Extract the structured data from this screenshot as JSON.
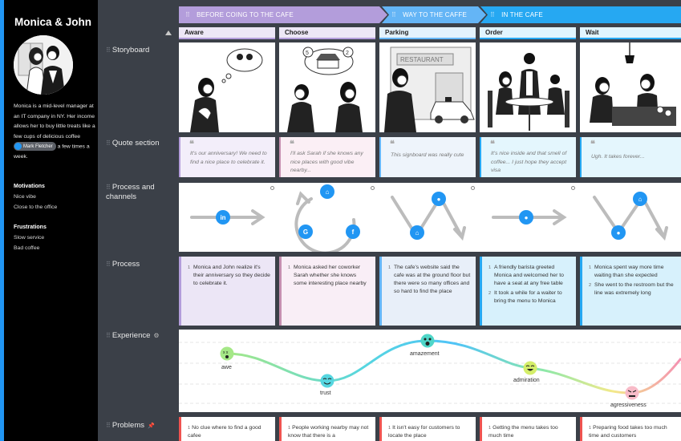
{
  "persona": {
    "name": "Monica & John",
    "bio_before": "Monica is a mid-level manager at an IT company in NY. Her income allows her to buy little treats like a few cups of delicious coffee",
    "tag": "Mark Fletcher",
    "bio_after": "a few times a week.",
    "motivations_title": "Motivations",
    "motivations": [
      "Nice vibe",
      "Close to the office"
    ],
    "frustrations_title": "Frustrations",
    "frustrations": [
      "Slow service",
      "Bad coffee"
    ]
  },
  "phases": [
    {
      "label": "BEFORE COING TO THE CAFE",
      "color": "#b39ddb"
    },
    {
      "label": "WAY TO THE CAFFE",
      "color": "#64b5f6"
    },
    {
      "label": "IN THE CAFE",
      "color": "#26a8f2"
    }
  ],
  "steps": [
    "Aware",
    "Choose",
    "Parking",
    "Order",
    "Wait"
  ],
  "row_labels": {
    "storyboard": "Storyboard",
    "quote": "Quote section",
    "channels": "Process and channels",
    "process": "Process",
    "experience": "Experience",
    "problems": "Problems"
  },
  "storyboard_sign": "RESTAURANT",
  "quotes": [
    "It's our anniversary! We need to find a nice place to celebrate it.",
    "I'll ask Sarah if she knows any nice places with good vibe  nearby...",
    "This signboard was really cute",
    "It's nice inside and that smell of coffee... I just hope they accept visa",
    "Ugh. It takes forever..."
  ],
  "channel_icons": {
    "linkedin": "in",
    "google": "G",
    "facebook": "f"
  },
  "process": [
    [
      "Monica and John realize it's their anniversary so they decide to celebrate it."
    ],
    [
      "Monica asked her coworker Sarah whether she knows some interesting  place nearby"
    ],
    [
      "The cafe's website said the cafe was at the ground floor but there were so many offices and so hard to find the place"
    ],
    [
      "A friendly barista greeted Monica and welcomed her to have a seat at any free table",
      "It took a while for a waiter to bring the menu to Monica"
    ],
    [
      "Monica spent way more time waiting than she expected",
      "She went to the restroom but the line was extremely long"
    ]
  ],
  "emotions": [
    "awe",
    "trust",
    "amazement",
    "admiration",
    "agressiveness"
  ],
  "problems": [
    "No clue where to find a good cafee",
    "People working nearby may not know that there is a",
    "It isn't easy for customers to locate the place",
    "Getting the menu takes too much time",
    "Preparing food takes too much time and customers"
  ],
  "colors": {
    "sidebar_bg": "#000000",
    "accent": "#2196f3",
    "board_bg": "#3b4048",
    "problem_accent": "#ef5350"
  }
}
